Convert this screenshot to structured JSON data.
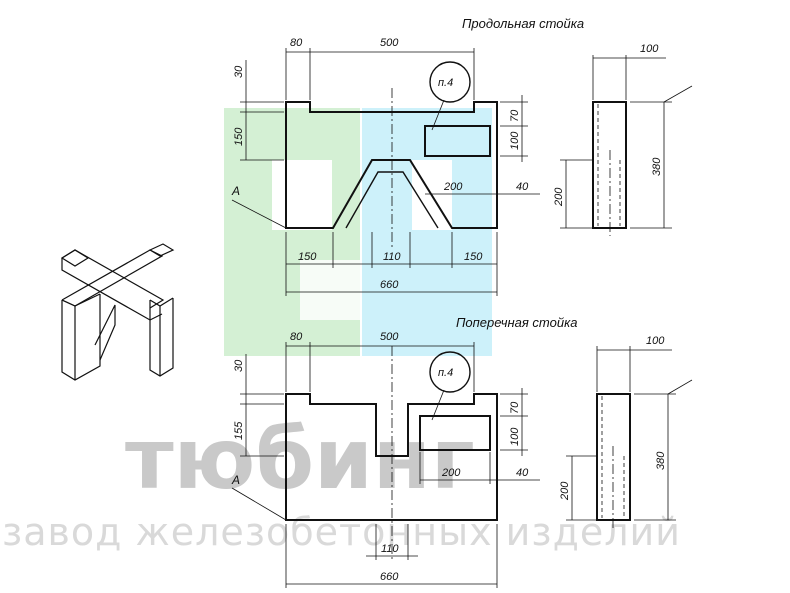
{
  "titles": {
    "longitudinal": "Продольная стойка",
    "transverse": "Поперечная стойка"
  },
  "callout": "п.4",
  "view_label": "А",
  "top_view": {
    "dims": {
      "d80": "80",
      "d500": "500",
      "d30": "30",
      "d150": "150",
      "d70": "70",
      "d100": "100",
      "d200": "200",
      "d40": "40",
      "b150l": "150",
      "d110": "110",
      "b150r": "150",
      "d660": "660"
    },
    "side": {
      "d100": "100",
      "d380": "380",
      "d200": "200"
    }
  },
  "bottom_view": {
    "dims": {
      "d80": "80",
      "d500": "500",
      "d30": "30",
      "d155": "155",
      "d70": "70",
      "d100": "100",
      "d200": "200",
      "d40": "40",
      "d110": "110",
      "d660": "660"
    },
    "side": {
      "d100": "100",
      "d380": "380",
      "d200": "200"
    }
  },
  "watermark": {
    "brand": "тюбинг",
    "tagline": "завод железобетонных изделий",
    "colors": {
      "green": "#cdeccd",
      "blue": "#c6eef8",
      "gray": "#c9c9c9"
    }
  }
}
